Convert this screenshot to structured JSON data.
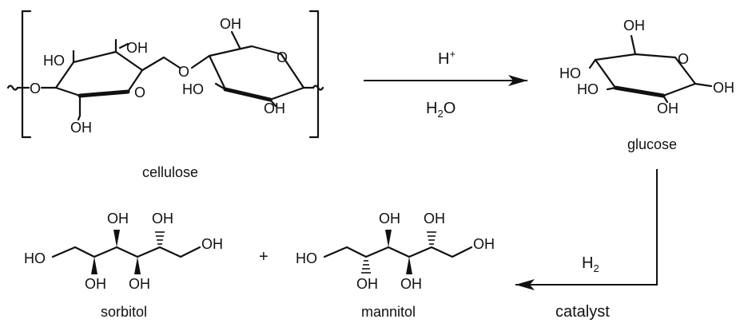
{
  "labels": {
    "cellulose": "cellulose",
    "glucose": "glucose",
    "sorbitol": "sorbitol",
    "mannitol": "mannitol",
    "plus": "+"
  },
  "reagents": {
    "acid": "H",
    "acid_charge": "+",
    "water_h": "H",
    "water_sub": "2",
    "water_o": "O",
    "hydrogen_h": "H",
    "hydrogen_sub": "2",
    "catalyst": "catalyst"
  },
  "groups": {
    "oh": "OH",
    "ho": "HO",
    "o": "O"
  }
}
